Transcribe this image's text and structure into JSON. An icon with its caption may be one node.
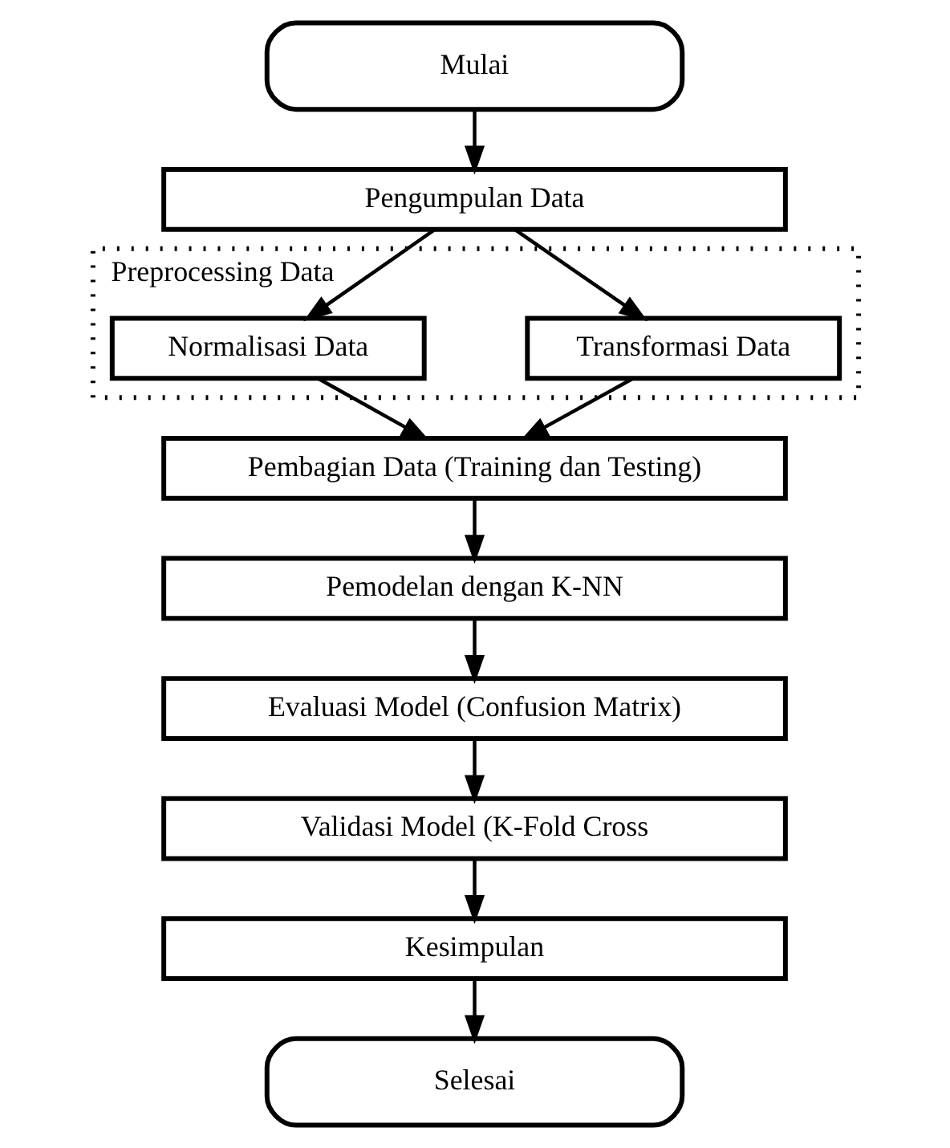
{
  "diagram": {
    "nodes": [
      {
        "text": [
          "Mulai"
        ]
      },
      {
        "text": [
          "Pengumpulan Data"
        ]
      },
      {
        "text": [
          "Preprocessing Data"
        ]
      },
      {
        "text": [
          "Transformasi Data"
        ],
        "in": 2
      },
      {
        "text": [
          "Normalisasi Data"
        ],
        "in": 2
      },
      {
        "text": [
          "Pembagian Data (Training dan Testing)"
        ]
      },
      {
        "text": [
          "Pemodelan dengan K-NN"
        ]
      },
      {
        "text": [
          "Evaluasi Model (Confusion Matrix)"
        ]
      },
      {
        "text": [
          "Validasi Model (K-Fold Cross"
        ]
      },
      {
        "text": [
          "Kesimpulan"
        ]
      },
      {
        "text": [
          "Selesai"
        ]
      }
    ],
    "edges": [
      {
        "from": 0,
        "to": 1,
        "arrow": "to"
      },
      {
        "from": 1,
        "to": 3,
        "arrow": "to"
      },
      {
        "from": 1,
        "to": 4,
        "arrow": "to"
      },
      {
        "from": 3,
        "to": 5,
        "arrow": "to"
      },
      {
        "from": 4,
        "to": 5,
        "arrow": "to"
      },
      {
        "from": 5,
        "to": 6,
        "arrow": "to"
      },
      {
        "from": 6,
        "to": 7,
        "arrow": "to"
      },
      {
        "from": 7,
        "to": 8,
        "arrow": "to"
      },
      {
        "from": 8,
        "to": 9,
        "arrow": "to"
      },
      {
        "from": 9,
        "to": 10,
        "arrow": "to"
      }
    ]
  }
}
